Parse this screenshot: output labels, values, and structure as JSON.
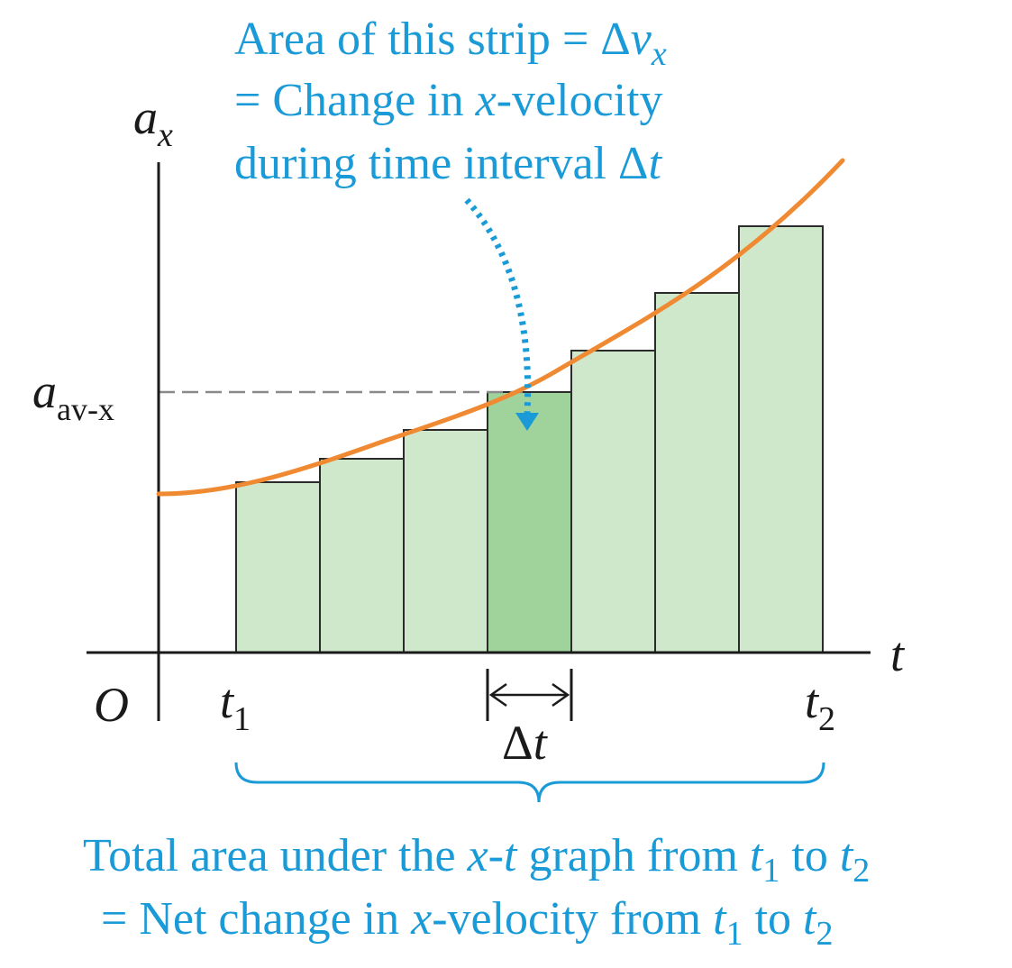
{
  "colors": {
    "annotation": "#1a9bd7",
    "curve": "#f08a32",
    "strip_fill": "#cfe8cb",
    "strip_highlight": "#a0d29c",
    "strip_stroke": "#2b2b2b",
    "axis": "#1a1a1a",
    "dashed_line": "#8a8a8a"
  },
  "axes": {
    "y_label_var": "a",
    "y_label_sub": "x",
    "x_label": "t",
    "origin_label": "O"
  },
  "labels": {
    "avg_var": "a",
    "avg_sub": "av-x",
    "t1_var": "t",
    "t1_sub": "1",
    "t2_var": "t",
    "t2_sub": "2",
    "dt_delta": "Δ",
    "dt_var": "t"
  },
  "top_annotation": {
    "line1_text": "Area of this strip ",
    "line1_eq": "=",
    "line1_delta": " Δ",
    "line1_var": "v",
    "line1_sub": "x",
    "line2_eq": "=",
    "line2_text_a": " Change in ",
    "line2_var": "x",
    "line2_text_b": "-velocity",
    "line3_text": "during time interval ",
    "line3_delta": "Δ",
    "line3_var": "t"
  },
  "bottom_annotation": {
    "line1_a": "Total area under the ",
    "line1_var": "x-t",
    "line1_b": " graph from ",
    "line1_t1": "t",
    "line1_t1_sub": "1",
    "line1_to": " to ",
    "line1_t2": "t",
    "line1_t2_sub": "2",
    "line2_eq": "=",
    "line2_a": " Net change in ",
    "line2_var": "x",
    "line2_b": "-velocity from ",
    "line2_t1": "t",
    "line2_t1_sub": "1",
    "line2_to": " to ",
    "line2_t2": "t",
    "line2_t2_sub": "2"
  },
  "strips": {
    "count": 7,
    "highlighted_index": 3,
    "relative_heights": [
      1.0,
      1.14,
      1.31,
      1.52,
      1.77,
      2.11,
      2.5
    ]
  }
}
